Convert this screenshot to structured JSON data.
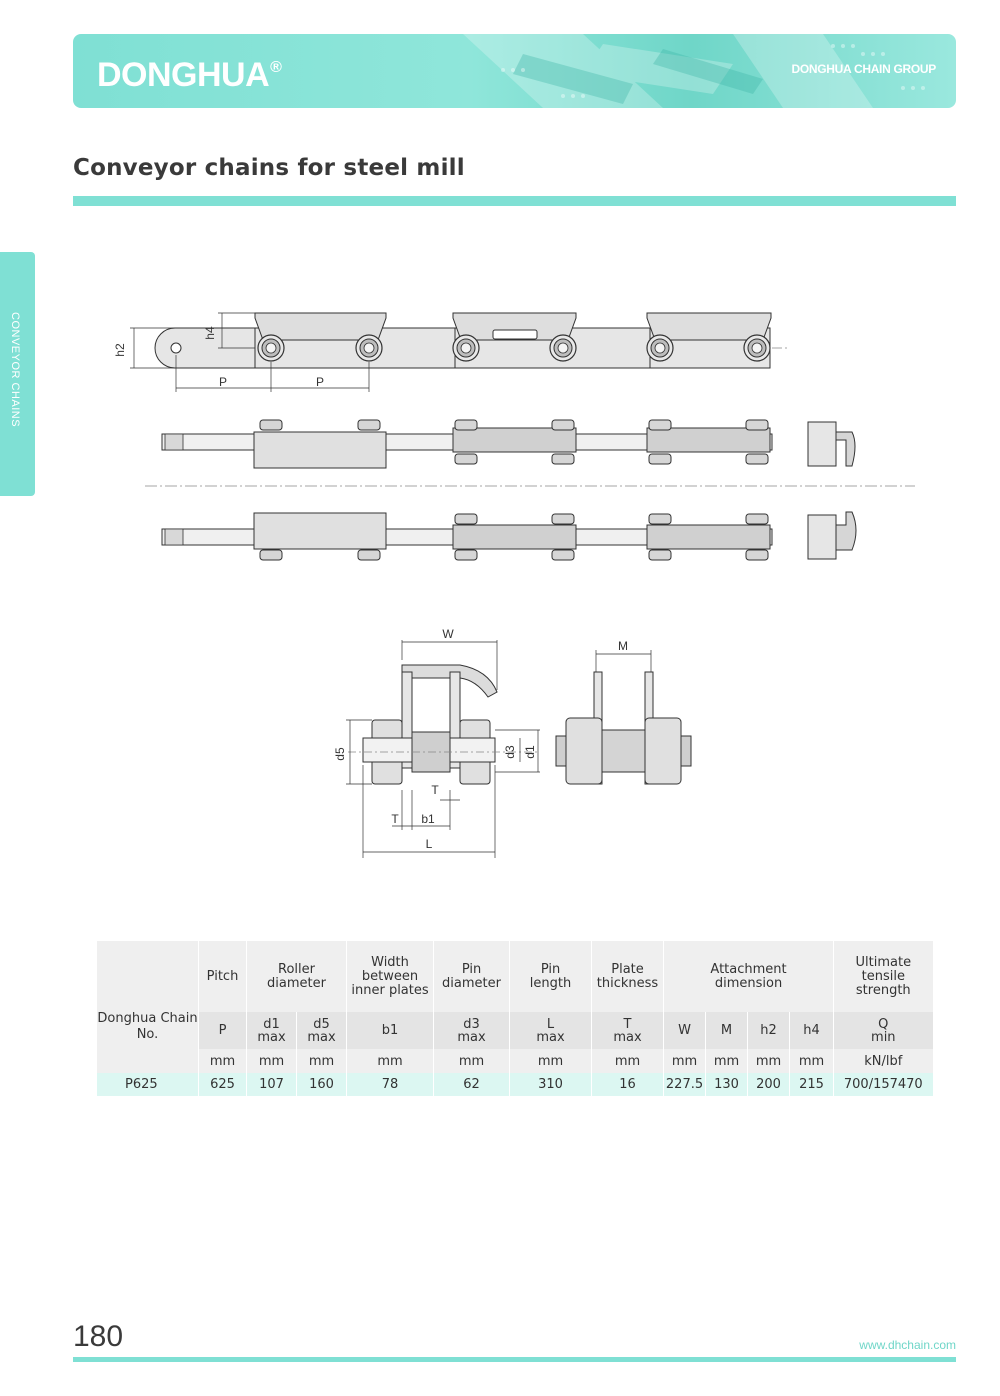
{
  "header": {
    "brand": "DONGHUA",
    "brand_mark": "®",
    "group": "DONGHUA CHAIN GROUP"
  },
  "title": "Conveyor chains for steel mill",
  "side_tab": "CONVEYOR CHAINS",
  "drawing_labels": {
    "h2": "h2",
    "h4": "h4",
    "p": "P",
    "w": "W",
    "m": "M",
    "d5": "d5",
    "d3": "d3",
    "d1": "d1",
    "t": "T",
    "b1": "b1",
    "l": "L"
  },
  "table": {
    "chain_no": "Donghua Chain No.",
    "headers": {
      "pitch": "Pitch",
      "roller": "Roller diameter",
      "width": [
        "Width",
        "between",
        "inner plates"
      ],
      "pin_d": [
        "Pin",
        "diameter"
      ],
      "pin_l": [
        "Pin",
        "length"
      ],
      "plate": [
        "Plate",
        "thickness"
      ],
      "attach": [
        "Attachment",
        "dimension"
      ],
      "tensile": [
        "Ultimate",
        "tensile",
        "strength"
      ]
    },
    "symbols": {
      "p": "P",
      "d1": "d1",
      "d5": "d5",
      "b1": "b1",
      "d3": "d3",
      "l": "L",
      "t": "T",
      "w": "W",
      "m": "M",
      "h2": "h2",
      "h4": "h4",
      "q": "Q",
      "max": "max",
      "min": "min"
    },
    "units": [
      "mm",
      "mm",
      "mm",
      "mm",
      "mm",
      "mm",
      "mm",
      "mm",
      "mm",
      "mm",
      "mm",
      "kN/lbf"
    ],
    "rows": [
      [
        "P625",
        "625",
        "107",
        "160",
        "78",
        "62",
        "310",
        "16",
        "227.5",
        "130",
        "200",
        "215",
        "700/157470"
      ]
    ]
  },
  "footer": {
    "page": "180",
    "site": "www.dhchain.com"
  },
  "colors": {
    "accent": "#7fe0d4",
    "row_highlight": "#dcf7f2"
  }
}
